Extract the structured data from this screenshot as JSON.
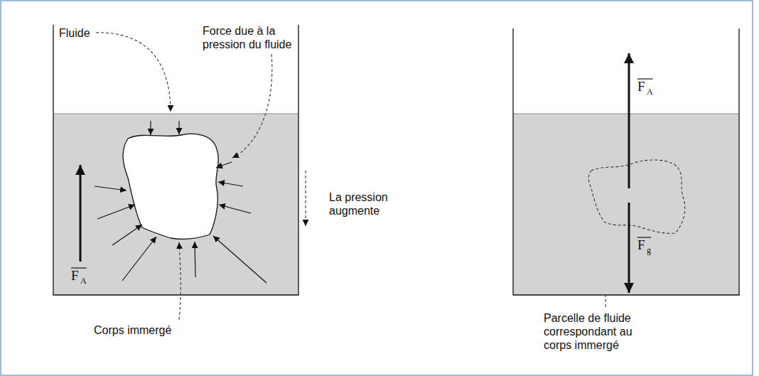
{
  "diagram": {
    "labels": [
      "Fluide",
      "Force due à la pression du fluide",
      "La pression augmente",
      "Corps immergé",
      "F",
      "A",
      "F",
      "A",
      "F",
      "g",
      "Parcelle de fluide correspondant au corps immergé"
    ]
  }
}
